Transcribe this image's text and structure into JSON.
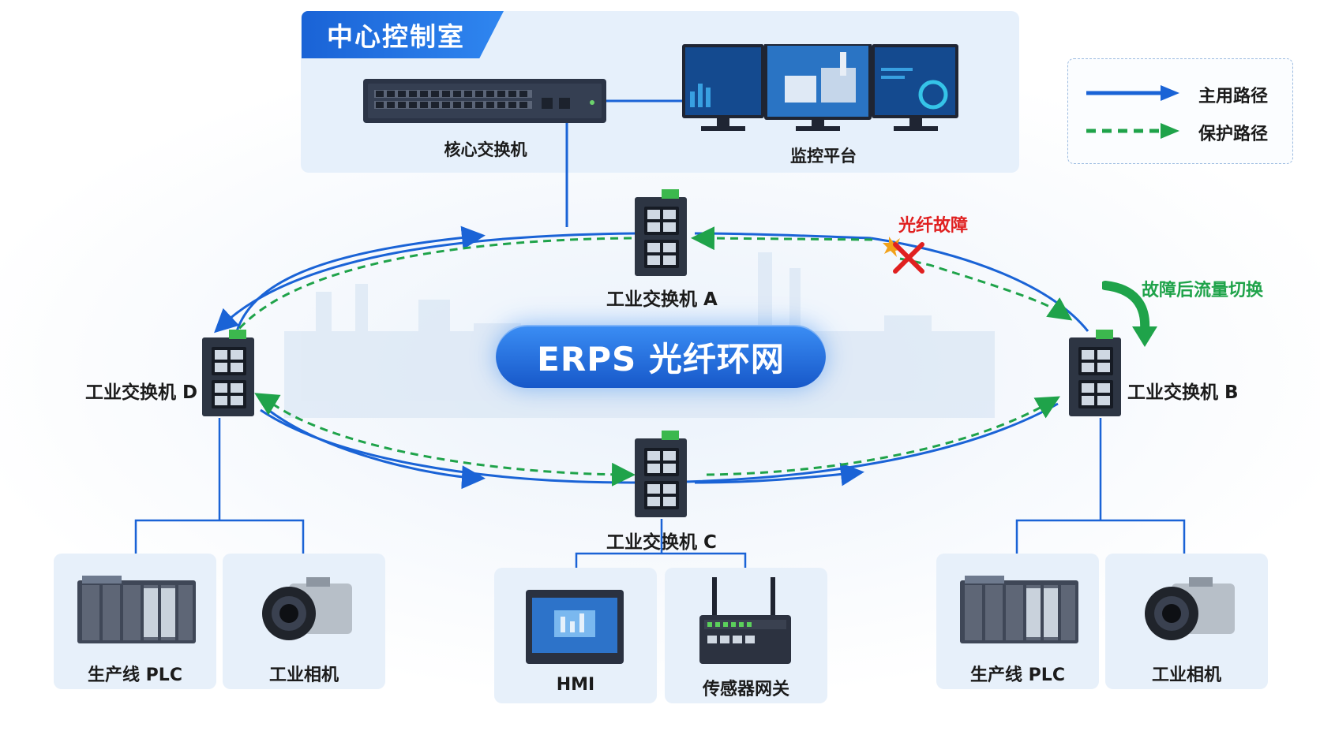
{
  "control_room": {
    "title": "中心控制室",
    "core_switch_label": "核心交换机",
    "monitor_label": "监控平台"
  },
  "legend": {
    "primary_label": "主用路径",
    "backup_label": "保护路径",
    "primary_color": "#1a63d6",
    "backup_color": "#1fa34a"
  },
  "ring": {
    "title": "ERPS 光纤环网",
    "fault_label": "光纤故障",
    "switchover_label": "故障后流量切换",
    "fault_color": "#e02020"
  },
  "switches": {
    "a": "工业交换机 A",
    "b": "工业交换机 B",
    "c": "工业交换机 C",
    "d": "工业交换机 D"
  },
  "devices": {
    "left_plc": "生产线 PLC",
    "left_camera": "工业相机",
    "hmi": "HMI",
    "gateway": "传感器网关",
    "right_plc": "生产线 PLC",
    "right_camera": "工业相机"
  }
}
